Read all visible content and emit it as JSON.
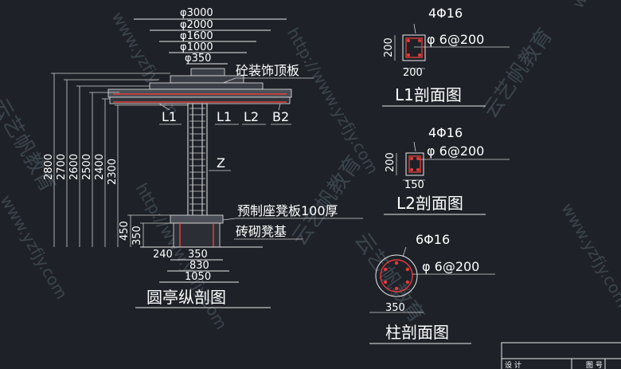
{
  "watermark": {
    "url": "http://www.yzfjy.com",
    "url_variant": "www.yzfjy.com",
    "brand_cn": "云艺帆教育"
  },
  "elevation": {
    "title": "圆亭纵剖图",
    "top_dims": [
      "φ3000",
      "φ2000",
      "φ1600",
      "φ1000",
      "φ350"
    ],
    "roof_label": "砼装饰顶板",
    "beam_labels": [
      "L1",
      "L1",
      "L2",
      "B2"
    ],
    "column_label": "Z",
    "seat_label": "预制座凳板100厚",
    "base_label": "砖砌凳基",
    "heights": [
      "2800",
      "2700",
      "2600",
      "2500",
      "2400",
      "2300",
      "450",
      "350"
    ],
    "bottom_dims": [
      "240",
      "350",
      "830",
      "1050"
    ]
  },
  "section_l1": {
    "title": "L1剖面图",
    "top_bar": "4Φ16",
    "stirrup": "φ 6@200",
    "height": "200",
    "width": "200"
  },
  "section_l2": {
    "title": "L2剖面图",
    "top_bar": "4Φ16",
    "stirrup": "φ 6@200",
    "height": "200",
    "width": "150"
  },
  "section_column": {
    "title": "柱剖面图",
    "top_bar": "6Φ16",
    "stirrup": "φ 6@200",
    "diameter": "350"
  },
  "title_block": {
    "cells": [
      "设 计",
      "图 号"
    ]
  }
}
